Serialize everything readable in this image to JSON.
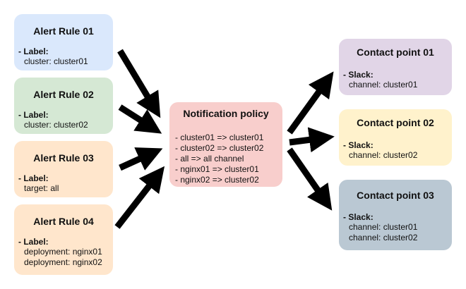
{
  "alert_rules": [
    {
      "title": "Alert Rule 01",
      "section_label": "- Label:",
      "lines": [
        "cluster: cluster01"
      ]
    },
    {
      "title": "Alert Rule 02",
      "section_label": "- Label:",
      "lines": [
        "cluster: cluster02"
      ]
    },
    {
      "title": "Alert Rule 03",
      "section_label": "- Label:",
      "lines": [
        "target: all"
      ]
    },
    {
      "title": "Alert Rule 04",
      "section_label": "- Label:",
      "lines": [
        "deployment: nginx01",
        "deployment: nginx02"
      ]
    }
  ],
  "notification_policy": {
    "title": "Notification policy",
    "lines": [
      "- cluster01 => cluster01",
      "- cluster02 => cluster02",
      "- all => all channel",
      "- nginx01 => cluster01",
      "- nginx02 => cluster02"
    ]
  },
  "contact_points": [
    {
      "title": "Contact point 01",
      "section_label": "- Slack:",
      "lines": [
        "channel: cluster01"
      ]
    },
    {
      "title": "Contact point 02",
      "section_label": "- Slack:",
      "lines": [
        "channel: cluster02"
      ]
    },
    {
      "title": "Contact point 03",
      "section_label": "- Slack:",
      "lines": [
        "channel: cluster01",
        "channel: cluster02"
      ]
    }
  ],
  "colors": {
    "alert_rule_01": "#dae8fc",
    "alert_rule_02": "#d5e8d4",
    "alert_rule_03": "#ffe6cc",
    "alert_rule_04": "#ffe6cc",
    "notification_policy": "#f8cecc",
    "contact_point_01": "#e1d5e7",
    "contact_point_02": "#fff2cc",
    "contact_point_03": "#bac8d3",
    "arrow": "#000000"
  }
}
